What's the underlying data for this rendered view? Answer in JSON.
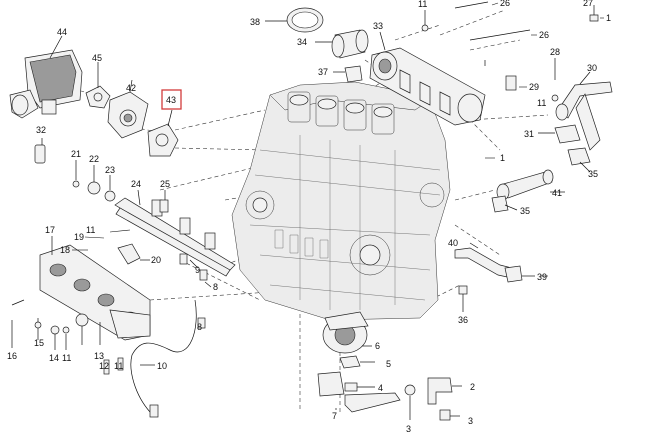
{
  "diagram": {
    "highlighted_callout": "43",
    "accent_color": "#d23b3b",
    "callouts": [
      {
        "id": "c38",
        "text": "38"
      },
      {
        "id": "c33",
        "text": "33"
      },
      {
        "id": "c11a",
        "text": "11"
      },
      {
        "id": "c26a",
        "text": "26"
      },
      {
        "id": "c27",
        "text": "27"
      },
      {
        "id": "c1a",
        "text": "1"
      },
      {
        "id": "c44",
        "text": "44"
      },
      {
        "id": "c34",
        "text": "34"
      },
      {
        "id": "c26b",
        "text": "26"
      },
      {
        "id": "c45",
        "text": "45"
      },
      {
        "id": "c28",
        "text": "28"
      },
      {
        "id": "c30",
        "text": "30"
      },
      {
        "id": "c42",
        "text": "42"
      },
      {
        "id": "c43",
        "text": "43"
      },
      {
        "id": "c37",
        "text": "37"
      },
      {
        "id": "c29",
        "text": "29"
      },
      {
        "id": "c11b",
        "text": "11"
      },
      {
        "id": "c32",
        "text": "32"
      },
      {
        "id": "c31",
        "text": "31"
      },
      {
        "id": "c21",
        "text": "21"
      },
      {
        "id": "c22",
        "text": "22"
      },
      {
        "id": "c23",
        "text": "23"
      },
      {
        "id": "c1b",
        "text": "1"
      },
      {
        "id": "c35a",
        "text": "35"
      },
      {
        "id": "c24",
        "text": "24"
      },
      {
        "id": "c25",
        "text": "25"
      },
      {
        "id": "c41",
        "text": "41"
      },
      {
        "id": "c35b",
        "text": "35"
      },
      {
        "id": "c17",
        "text": "17"
      },
      {
        "id": "c11c",
        "text": "11"
      },
      {
        "id": "c19",
        "text": "19"
      },
      {
        "id": "c18",
        "text": "18"
      },
      {
        "id": "c40",
        "text": "40"
      },
      {
        "id": "c20",
        "text": "20"
      },
      {
        "id": "c9",
        "text": "9"
      },
      {
        "id": "c39",
        "text": "39"
      },
      {
        "id": "c8a",
        "text": "8"
      },
      {
        "id": "c8b",
        "text": "8"
      },
      {
        "id": "c36",
        "text": "36"
      },
      {
        "id": "c6",
        "text": "6"
      },
      {
        "id": "c16",
        "text": "16"
      },
      {
        "id": "c15",
        "text": "15"
      },
      {
        "id": "c14",
        "text": "14"
      },
      {
        "id": "c11d",
        "text": "11"
      },
      {
        "id": "c13",
        "text": "13"
      },
      {
        "id": "c12",
        "text": "12"
      },
      {
        "id": "c11e",
        "text": "11"
      },
      {
        "id": "c10",
        "text": "10"
      },
      {
        "id": "c5",
        "text": "5"
      },
      {
        "id": "c4",
        "text": "4"
      },
      {
        "id": "c2",
        "text": "2"
      },
      {
        "id": "c7",
        "text": "7"
      },
      {
        "id": "c3a",
        "text": "3"
      },
      {
        "id": "c3b",
        "text": "3"
      }
    ]
  }
}
